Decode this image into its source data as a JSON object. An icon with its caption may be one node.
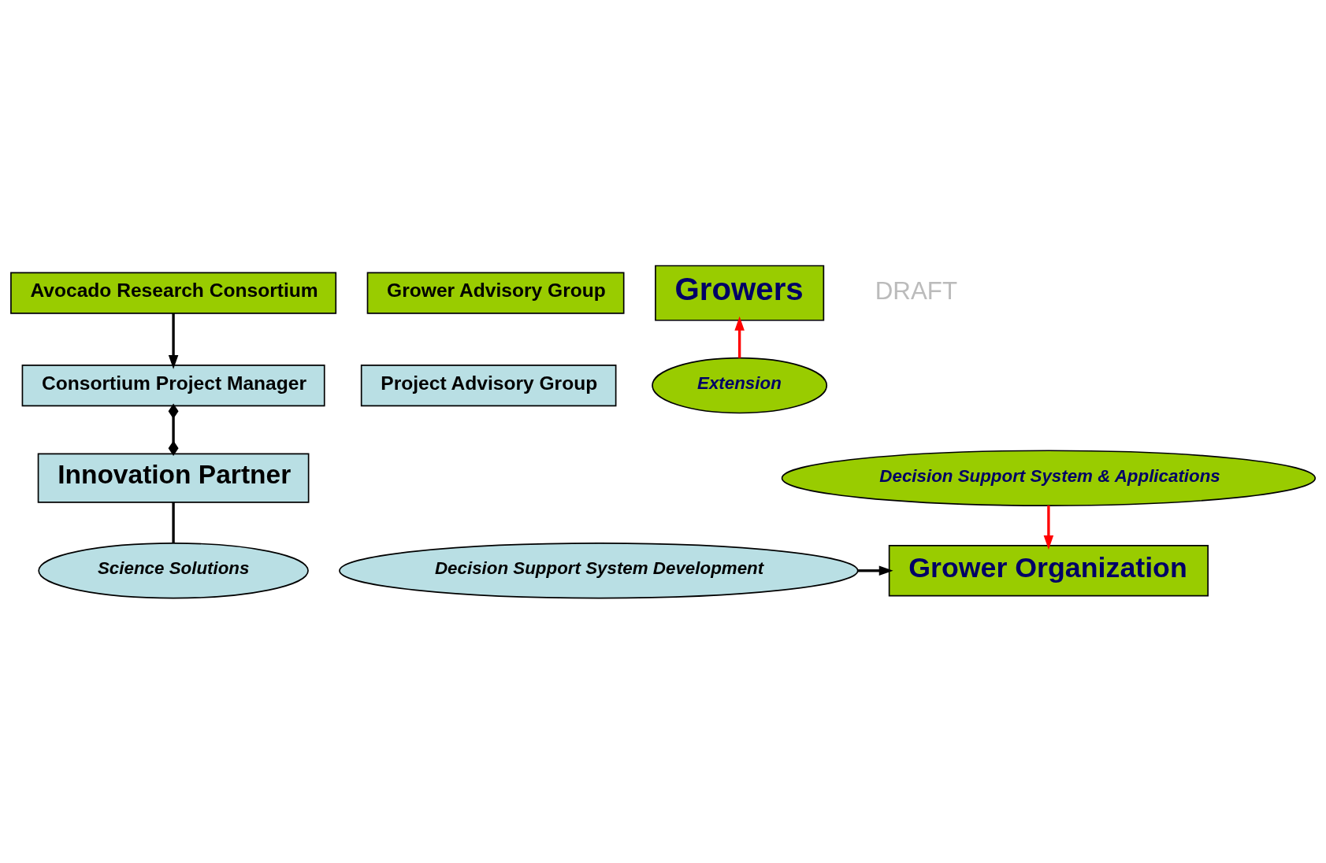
{
  "diagram": {
    "nodes": [
      {
        "text": [
          "Avocado Research Consortium"
        ]
      },
      {
        "text": [
          "Grower Advisory Group"
        ]
      },
      {
        "text": [
          "Consortium Project Manager"
        ]
      },
      {
        "text": [
          "Project Advisory Group"
        ]
      },
      {
        "text": [
          "Innovation Partner"
        ]
      },
      {
        "text": [
          "Science Solutions"
        ]
      },
      {
        "text": [
          "Decision Support System Development"
        ]
      },
      {
        "text": [
          "Growers"
        ]
      },
      {
        "text": [
          "Extension"
        ]
      },
      {
        "text": [
          "Decision Support System & Applications"
        ]
      },
      {
        "text": [
          "Grower Organization"
        ]
      }
    ],
    "edges": [
      {
        "from": 0,
        "to": 2,
        "arrow": "to"
      },
      {
        "from": 2,
        "to": 4,
        "arrow": "other"
      },
      {
        "from": 4,
        "to": 5,
        "arrow": "none"
      },
      {
        "from": 6,
        "to": 10,
        "arrow": "to"
      },
      {
        "from": 8,
        "to": 7,
        "arrow": "to",
        "color": "#ff0000"
      },
      {
        "from": 9,
        "to": 10,
        "arrow": "to",
        "color": "#ff0000"
      }
    ],
    "labels": [
      "DRAFT"
    ]
  }
}
